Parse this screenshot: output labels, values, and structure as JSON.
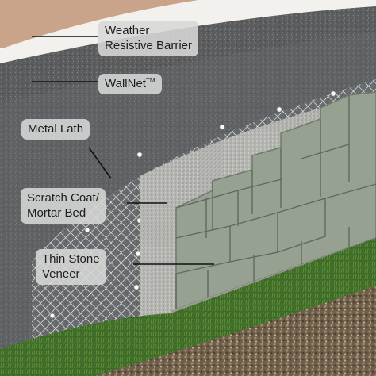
{
  "labels": {
    "weather_barrier": [
      "Weather",
      "Resistive Barrier"
    ],
    "wallnet": {
      "text": "WallNet",
      "mark": "TM"
    },
    "metal_lath": [
      "Metal Lath"
    ],
    "scratch_coat": [
      "Scratch Coat/",
      "Mortar Bed"
    ],
    "thin_stone": [
      "Thin Stone",
      "Veneer"
    ]
  },
  "colors": {
    "sky_soil": "#c9a48a",
    "barrier": "#5d5f61",
    "wallnet": "#6b6d70",
    "mortar": "#b9bab6",
    "stone": "#98a293",
    "stone_edge": "#6f7a6c",
    "lath": "#f2f2f2",
    "grass": "#3f6a2a",
    "gravel": "#7b6a55",
    "foundation": "#9a9a98"
  }
}
